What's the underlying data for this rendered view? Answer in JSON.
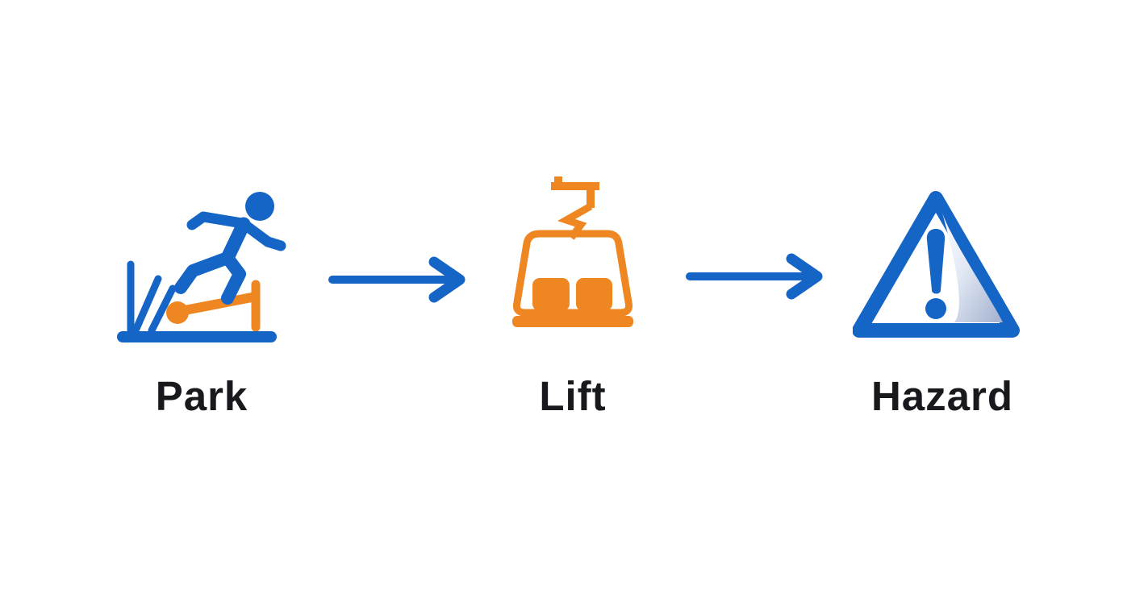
{
  "diagram": {
    "steps": [
      {
        "label": "Park",
        "icon": "terrain-park-runner-icon"
      },
      {
        "label": "Lift",
        "icon": "ski-lift-gondola-icon"
      },
      {
        "label": "Hazard",
        "icon": "warning-triangle-icon"
      }
    ],
    "connector": "arrow-right"
  },
  "colors": {
    "blue": "#1565C6",
    "orange": "#EE8722",
    "ink": "#17191C",
    "bg": "#FFFFFF",
    "sheen_light": "#FDFEFF",
    "sheen_mid": "#E3E9F4",
    "sheen_dark": "#A7B5D2"
  }
}
